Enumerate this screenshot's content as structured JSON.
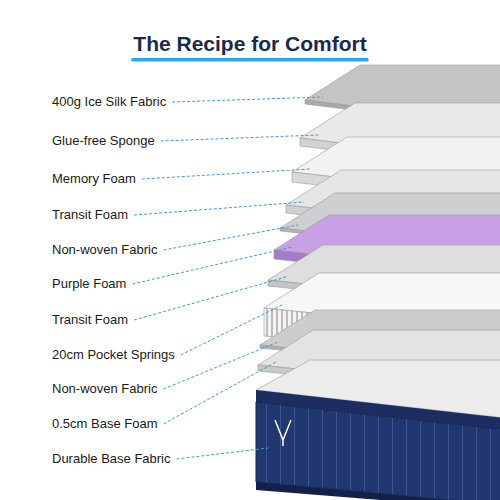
{
  "diagram": {
    "title": "The Recipe for Comfort",
    "labels": [
      "400g Ice Silk Fabric",
      "Glue-free Sponge",
      "Memory Foam",
      "Transit Foam",
      "Non-woven Fabric",
      "Purple Foam",
      "Transit Foam",
      "20cm Pocket Springs",
      "Non-woven Fabric",
      "0.5cm Base Foam",
      "Durable Base Fabric"
    ]
  }
}
